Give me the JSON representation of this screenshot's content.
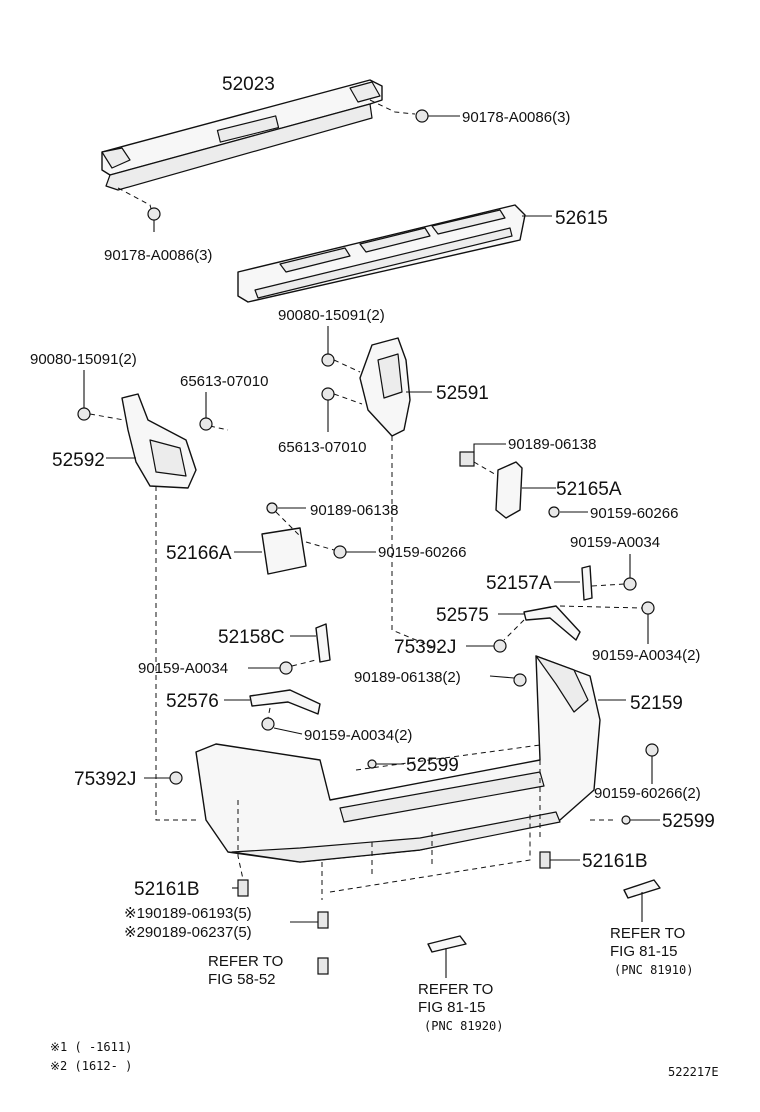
{
  "labels": {
    "p52023": "52023",
    "p90178_a": "90178-A0086(3)",
    "p90178_b": "90178-A0086(3)",
    "p52615": "52615",
    "p90080_top": "90080-15091(2)",
    "p90080_left": "90080-15091(2)",
    "p65613_top": "65613-07010",
    "p52591": "52591",
    "p65613_mid": "65613-07010",
    "p52592": "52592",
    "p90189_06138_r": "90189-06138",
    "p52165A": "52165A",
    "p90189_06138_c": "90189-06138",
    "p90159_60266_r": "90159-60266",
    "p52166A": "52166A",
    "p90159_60266_c": "90159-60266",
    "p90159_A0034_r": "90159-A0034",
    "p52157A": "52157A",
    "p52575": "52575",
    "p75392J_mid": "75392J",
    "p90159_A0034_2r": "90159-A0034(2)",
    "p52158C": "52158C",
    "p90159_A0034_l": "90159-A0034",
    "p90189_06138_2": "90189-06138(2)",
    "p52576": "52576",
    "p52159": "52159",
    "p90159_A0034_2l": "90159-A0034(2)",
    "p75392J_left": "75392J",
    "p52599_top": "52599",
    "p90159_60266_2": "90159-60266(2)",
    "p52599_bot": "52599",
    "p52161B_r": "52161B",
    "p52161B_l": "52161B",
    "p90189_06193": "※190189-06193(5)",
    "p90189_06237": "※290189-06237(5)",
    "refer1_a": "REFER TO",
    "refer1_b": "FIG 58-52",
    "refer2_a": "REFER TO",
    "refer2_b": "FIG 81-15",
    "refer2_pnc": "(PNC 81920)",
    "refer3_a": "REFER TO",
    "refer3_b": "FIG 81-15",
    "refer3_pnc": "(PNC 81910)",
    "note1": "※1 (     -1611)",
    "note2": "※2 (1612-      )",
    "code": "522217E"
  }
}
